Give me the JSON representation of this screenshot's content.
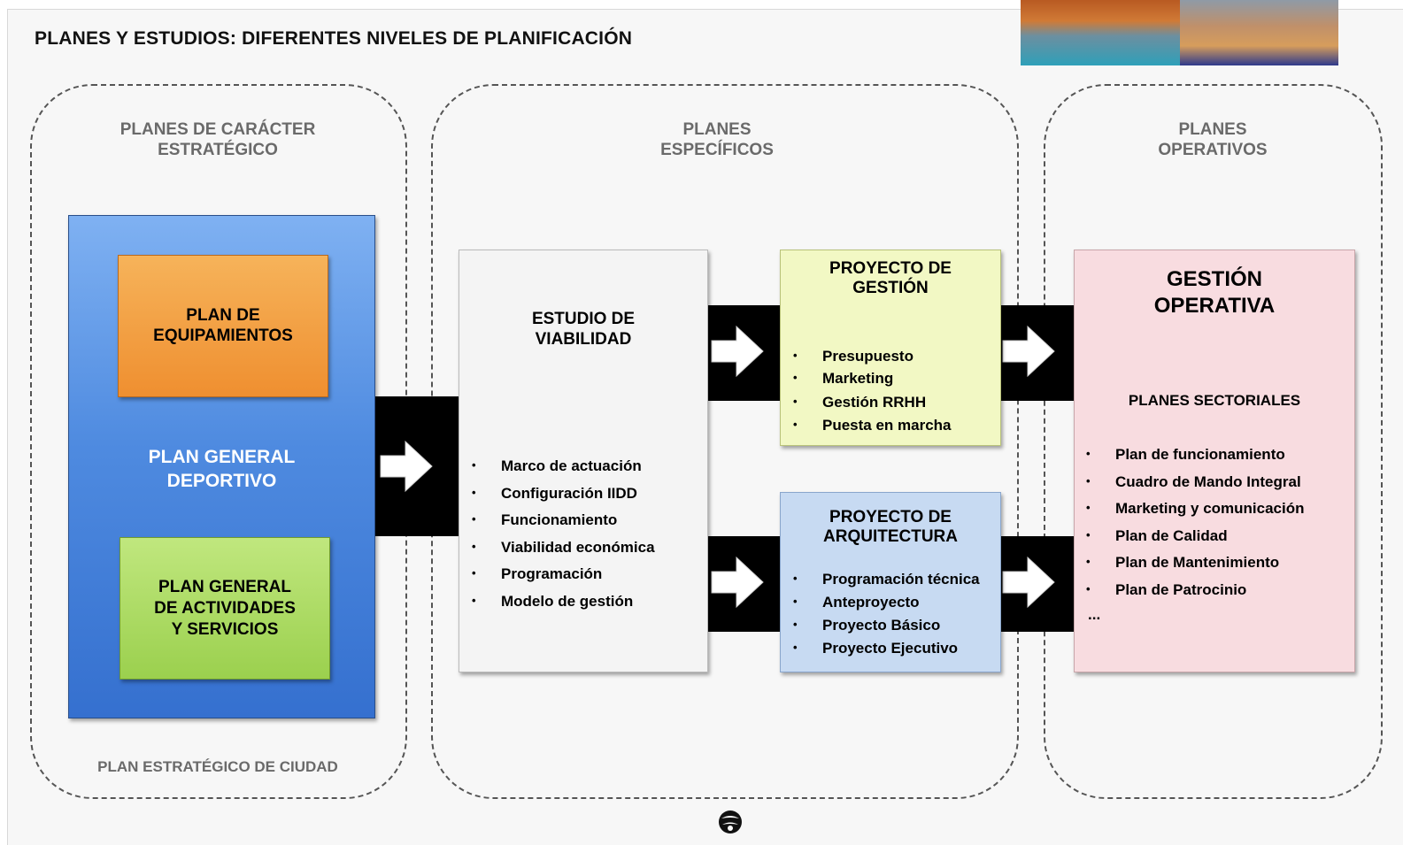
{
  "title": "PLANES Y ESTUDIOS: DIFERENTES NIVELES DE PLANIFICACIÓN",
  "zones": {
    "strategic": {
      "label": "PLANES DE CARÁCTER\nESTRATÉGICO",
      "footer": "PLAN ESTRATÉGICO DE CIUDAD"
    },
    "specific": {
      "label": "PLANES\nESPECÍFICOS"
    },
    "operative": {
      "label": "PLANES\nOPERATIVOS"
    }
  },
  "strategic": {
    "general_plan": "PLAN GENERAL\nDEPORTIVO",
    "equipment_plan": "PLAN DE\nEQUIPAMIENTOS",
    "activities_plan": "PLAN GENERAL\nDE ACTIVIDADES\nY SERVICIOS"
  },
  "viability": {
    "title": "ESTUDIO DE\nVIABILIDAD",
    "items": [
      "Marco de actuación",
      "Configuración IIDD",
      "Funcionamiento",
      "Viabilidad económica",
      "Programación",
      "Modelo de gestión"
    ]
  },
  "management_project": {
    "title": "PROYECTO DE\nGESTIÓN",
    "items": [
      "Presupuesto",
      "Marketing",
      "Gestión RRHH",
      "Puesta en marcha"
    ]
  },
  "architecture_project": {
    "title": "PROYECTO DE\nARQUITECTURA",
    "items": [
      "Programación técnica",
      "Anteproyecto",
      "Proyecto Básico",
      "Proyecto Ejecutivo"
    ]
  },
  "operative": {
    "title": "GESTIÓN\nOPERATIVA",
    "subtitle": "PLANES SECTORIALES",
    "items": [
      "Plan de funcionamiento",
      "Cuadro de Mando Integral",
      "Marketing y comunicación",
      "Plan de Calidad",
      "Plan de Mantenimiento",
      "Plan de Patrocinio"
    ],
    "ellipsis": "..."
  },
  "colors": {
    "blue": "#4f8be0",
    "orange": "#f0953a",
    "green": "#a7d95c",
    "viability_bg": "#f4f4f4",
    "management_bg": "#f2f8c4",
    "architecture_bg": "#c7daf2",
    "operative_bg": "#f8dce0"
  },
  "icons": {
    "arrow": "right-arrow-icon",
    "logo": "brand-logo-icon",
    "photo": "sports-facility-photo"
  }
}
